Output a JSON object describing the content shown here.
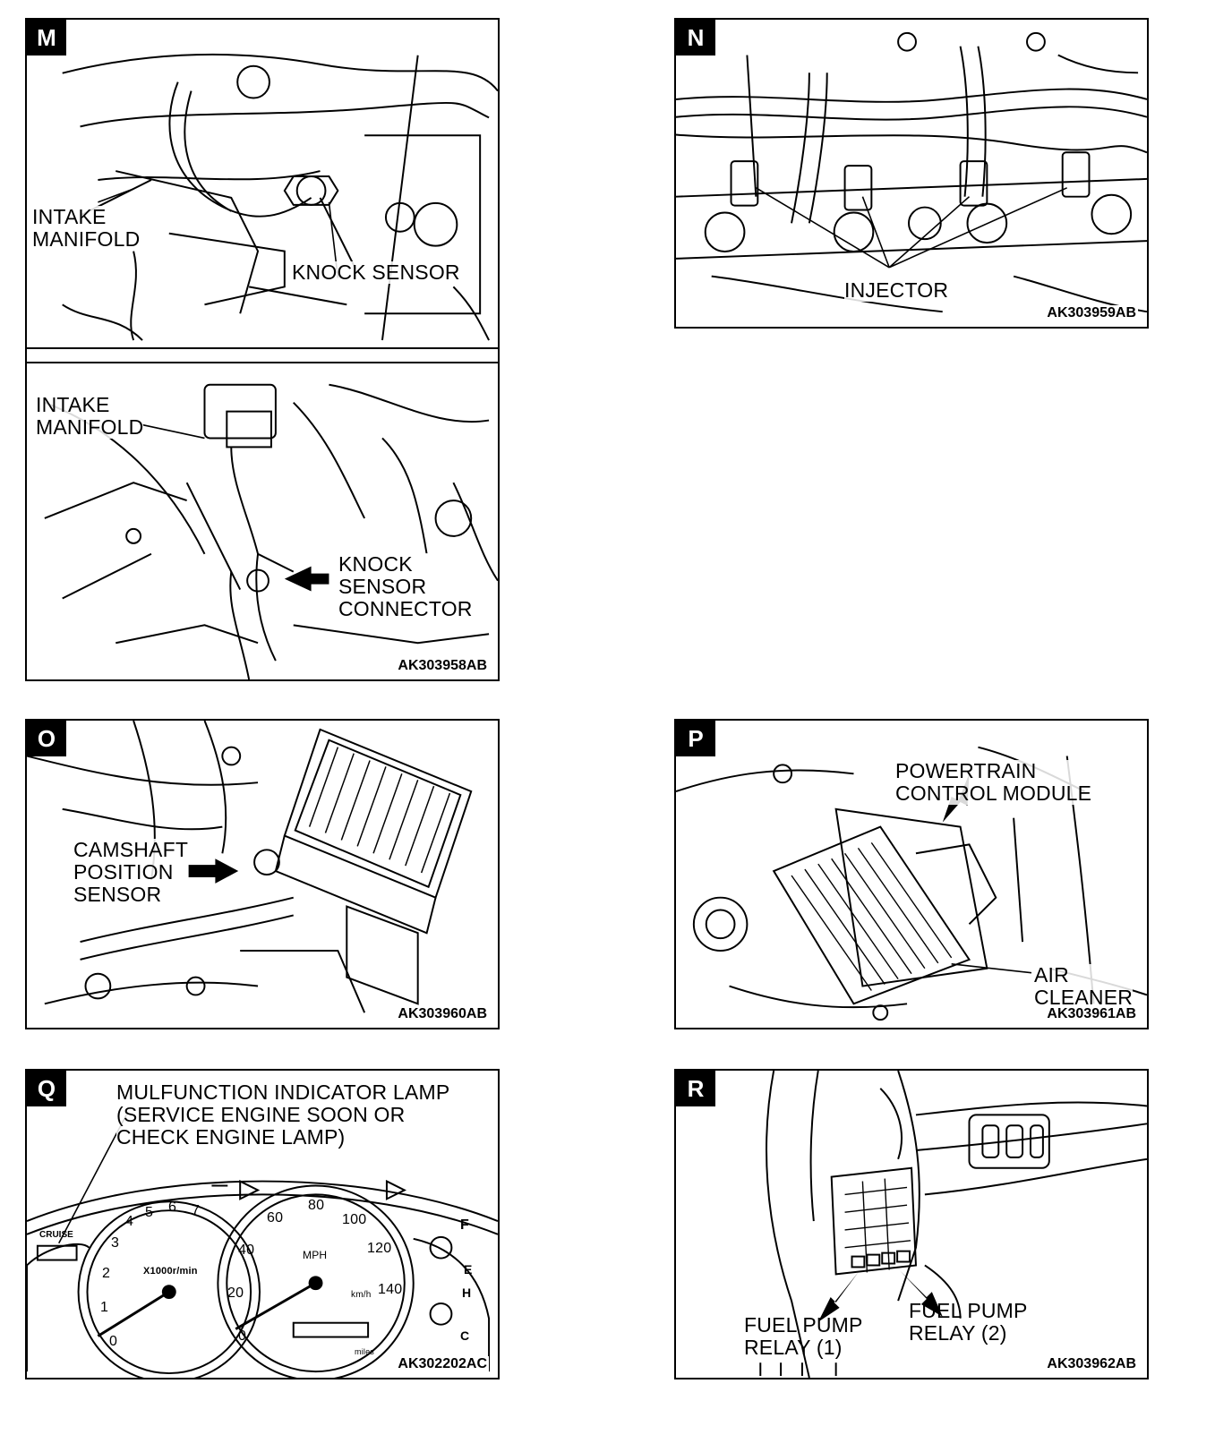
{
  "panels": {
    "m": {
      "badge": "M",
      "top": {
        "label_intake": "INTAKE\nMANIFOLD",
        "label_sensor": "KNOCK SENSOR"
      },
      "bottom": {
        "label_intake": "INTAKE\nMANIFOLD",
        "label_connector": "KNOCK\nSENSOR\nCONNECTOR"
      },
      "code": "AK303958AB"
    },
    "n": {
      "badge": "N",
      "label_injector": "INJECTOR",
      "code": "AK303959AB"
    },
    "o": {
      "badge": "O",
      "label_sensor": "CAMSHAFT\nPOSITION\nSENSOR",
      "code": "AK303960AB"
    },
    "p": {
      "badge": "P",
      "label_pcm": "POWERTRAIN\nCONTROL MODULE",
      "label_air": "AIR\nCLEANER",
      "code": "AK303961AB"
    },
    "q": {
      "badge": "Q",
      "label_lamp": "MULFUNCTION INDICATOR LAMP\n(SERVICE ENGINE SOON OR\nCHECK ENGINE LAMP)",
      "cruise": "CRUISE",
      "tach_unit": "X1000r/min",
      "speed_unit": "MPH",
      "kmh_unit": "km/h",
      "tach_numbers": [
        "0",
        "1",
        "2",
        "3",
        "4",
        "5",
        "6",
        "7"
      ],
      "speed_numbers": [
        "0",
        "20",
        "40",
        "60",
        "80",
        "100",
        "120",
        "140"
      ],
      "fuel_labels": [
        "F",
        "E"
      ],
      "temp_labels": [
        "H",
        "C"
      ],
      "miles": "miles",
      "code": "AK302202AC"
    },
    "r": {
      "badge": "R",
      "label_relay1": "FUEL PUMP\nRELAY (1)",
      "label_relay2": "FUEL PUMP\nRELAY (2)",
      "code": "AK303962AB"
    }
  }
}
